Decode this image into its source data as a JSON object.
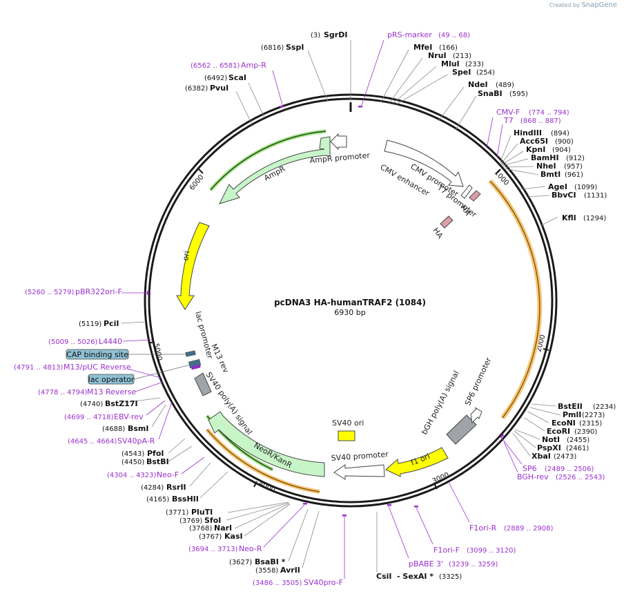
{
  "watermark": {
    "created_by": "Created by",
    "brand": "SnapGene"
  },
  "plasmid": {
    "name": "pcDNA3 HA-humanTRAF2 (1084)",
    "length_label": "6930 bp"
  },
  "ticks": [
    "1000",
    "2000",
    "3000",
    "4000",
    "5000",
    "6000"
  ],
  "enzymes": [
    {
      "name": "SgrDI",
      "pos": "(3)"
    },
    {
      "name": "SspI",
      "pos": "(6816)"
    },
    {
      "name": "ScaI",
      "pos": "(6492)"
    },
    {
      "name": "PvuI",
      "pos": "(6382)"
    },
    {
      "name": "MfeI",
      "pos": "(166)"
    },
    {
      "name": "NruI",
      "pos": "(213)"
    },
    {
      "name": "MluI",
      "pos": "(233)"
    },
    {
      "name": "SpeI",
      "pos": "(254)"
    },
    {
      "name": "NdeI",
      "pos": "(489)"
    },
    {
      "name": "SnaBI",
      "pos": "(595)"
    },
    {
      "name": "HindIII",
      "pos": "(894)"
    },
    {
      "name": "Acc65I",
      "pos": "(900)"
    },
    {
      "name": "KpnI",
      "pos": "(904)"
    },
    {
      "name": "BamHI",
      "pos": "(912)"
    },
    {
      "name": "NheI",
      "pos": "(957)"
    },
    {
      "name": "BmtI",
      "pos": "(961)"
    },
    {
      "name": "AgeI",
      "pos": "(1099)"
    },
    {
      "name": "BbvCI",
      "pos": "(1131)"
    },
    {
      "name": "KflI",
      "pos": "(1294)"
    },
    {
      "name": "BstEII",
      "pos": "(2234)"
    },
    {
      "name": "PmlI",
      "pos": "(2273)"
    },
    {
      "name": "EcoNI",
      "pos": "(2315)"
    },
    {
      "name": "EcoRI",
      "pos": "(2390)"
    },
    {
      "name": "NotI",
      "pos": "(2455)"
    },
    {
      "name": "PspXI",
      "pos": "(2461)"
    },
    {
      "name": "XbaI",
      "pos": "(2473)"
    },
    {
      "name": "PciI",
      "pos": "(5119)"
    },
    {
      "name": "BstZ17I",
      "pos": "(4740)"
    },
    {
      "name": "BsmI",
      "pos": "(4688)"
    },
    {
      "name": "PfoI",
      "pos": "(4543)"
    },
    {
      "name": "BstBI",
      "pos": "(4450)"
    },
    {
      "name": "RsrII",
      "pos": "(4284)"
    },
    {
      "name": "BssHII",
      "pos": "(4165)"
    },
    {
      "name": "PluTI",
      "pos": "(3771)"
    },
    {
      "name": "SfoI",
      "pos": "(3769)"
    },
    {
      "name": "NarI",
      "pos": "(3768)"
    },
    {
      "name": "KasI",
      "pos": "(3767)"
    },
    {
      "name": "BsaBI *",
      "pos": "(3627)"
    },
    {
      "name": "AvrII",
      "pos": "(3558)"
    },
    {
      "name": "CsiI",
      "pos": ""
    },
    {
      "name": "- SexAI *",
      "pos": "(3325)"
    }
  ],
  "primers": [
    {
      "name": "pRS-marker",
      "pos": "(49 .. 68)"
    },
    {
      "name": "Amp-R",
      "pos": "(6562 .. 6581)"
    },
    {
      "name": "CMV-F",
      "pos": "(774 .. 794)"
    },
    {
      "name": "T7",
      "pos": "(868 .. 887)"
    },
    {
      "name": "pBR322ori-F",
      "pos": "(5260 .. 5279)"
    },
    {
      "name": "L4440",
      "pos": "(5009 .. 5026)"
    },
    {
      "name": "M13/pUC Reverse",
      "pos": "(4791 .. 4813)"
    },
    {
      "name": "M13 Reverse",
      "pos": "(4778 .. 4794)"
    },
    {
      "name": "EBV-rev",
      "pos": "(4699 .. 4718)"
    },
    {
      "name": "SV40pA-R",
      "pos": "(4645 .. 4664)"
    },
    {
      "name": "Neo-F",
      "pos": "(4304 .. 4323)"
    },
    {
      "name": "Neo-R",
      "pos": "(3694 .. 3713)"
    },
    {
      "name": "SV40pro-F",
      "pos": "(3486 .. 3505)"
    },
    {
      "name": "pBABE 3'",
      "pos": "(3239 .. 3259)"
    },
    {
      "name": "F1ori-F",
      "pos": "(3099 .. 3120)"
    },
    {
      "name": "F1ori-R",
      "pos": "(2889 .. 2908)"
    },
    {
      "name": "SP6",
      "pos": "(2489 .. 2506)"
    },
    {
      "name": "BGH-rev",
      "pos": "(2526 .. 2543)"
    }
  ],
  "features": {
    "ampr_promoter": "AmpR promoter",
    "ampr": "AmpR",
    "cmv_enhancer": "CMV enhancer",
    "cmv_promoter": "CMV promoter",
    "t7_promoter": "T7 promoter",
    "ha1": "HA",
    "ha2": "HA",
    "ori": "ori",
    "lac_promoter": "lac promoter",
    "m13_rev": "M13 rev",
    "sv40_polya": "SV40 poly(A) signal",
    "neo_kanr": "NeoR/KanR",
    "sv40_ori": "SV40 ori",
    "sv40_promoter": "SV40 promoter",
    "f1_ori": "f1 ori",
    "bgh_polya": "bGH poly(A) signal",
    "sp6_promoter": "SP6 promoter"
  },
  "callouts": {
    "cap_binding_site": "CAP binding site",
    "lac_operator": "lac operator"
  },
  "colors": {
    "backbone": "#1a1a1a",
    "primer": "#9a2fd0",
    "ampr_fill": "#c8f5c8",
    "ampr_glow": "#a8e28a",
    "ori_fill": "#ffff00",
    "orf_glow": "#f5c77a",
    "orf_line": "#8a5a00",
    "gray_feature": "#a0a4a8",
    "ha_fill": "#d9a0a8",
    "callout_fill": "#8fc1d4"
  }
}
